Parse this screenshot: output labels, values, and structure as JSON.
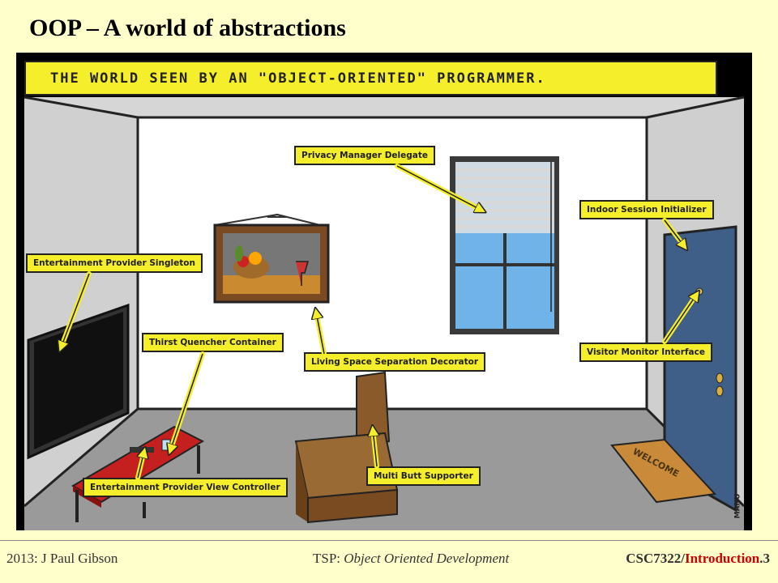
{
  "slide": {
    "title": "OOP – A world of abstractions"
  },
  "comic": {
    "banner": "THE WORLD SEEN BY AN \"OBJECT-ORIENTED\" PROGRAMMER.",
    "labels": {
      "privacy": "Privacy Manager Delegate",
      "indoor": "Indoor Session Initializer",
      "entertainment_singleton": "Entertainment Provider Singleton",
      "thirst": "Thirst Quencher Container",
      "living_space": "Living Space Separation Decorator",
      "visitor": "Visitor Monitor Interface",
      "multi_butt": "Multi Butt Supporter",
      "view_controller": "Entertainment Provider View Controller"
    },
    "mat_text": "WELCOME",
    "signature": "MANU"
  },
  "footer": {
    "left": "2013: J Paul Gibson",
    "mid_prefix": "TSP: ",
    "mid_italic": "Object Oriented Development",
    "course": "CSC7322/",
    "section": "Introduction",
    "page": ".3"
  }
}
